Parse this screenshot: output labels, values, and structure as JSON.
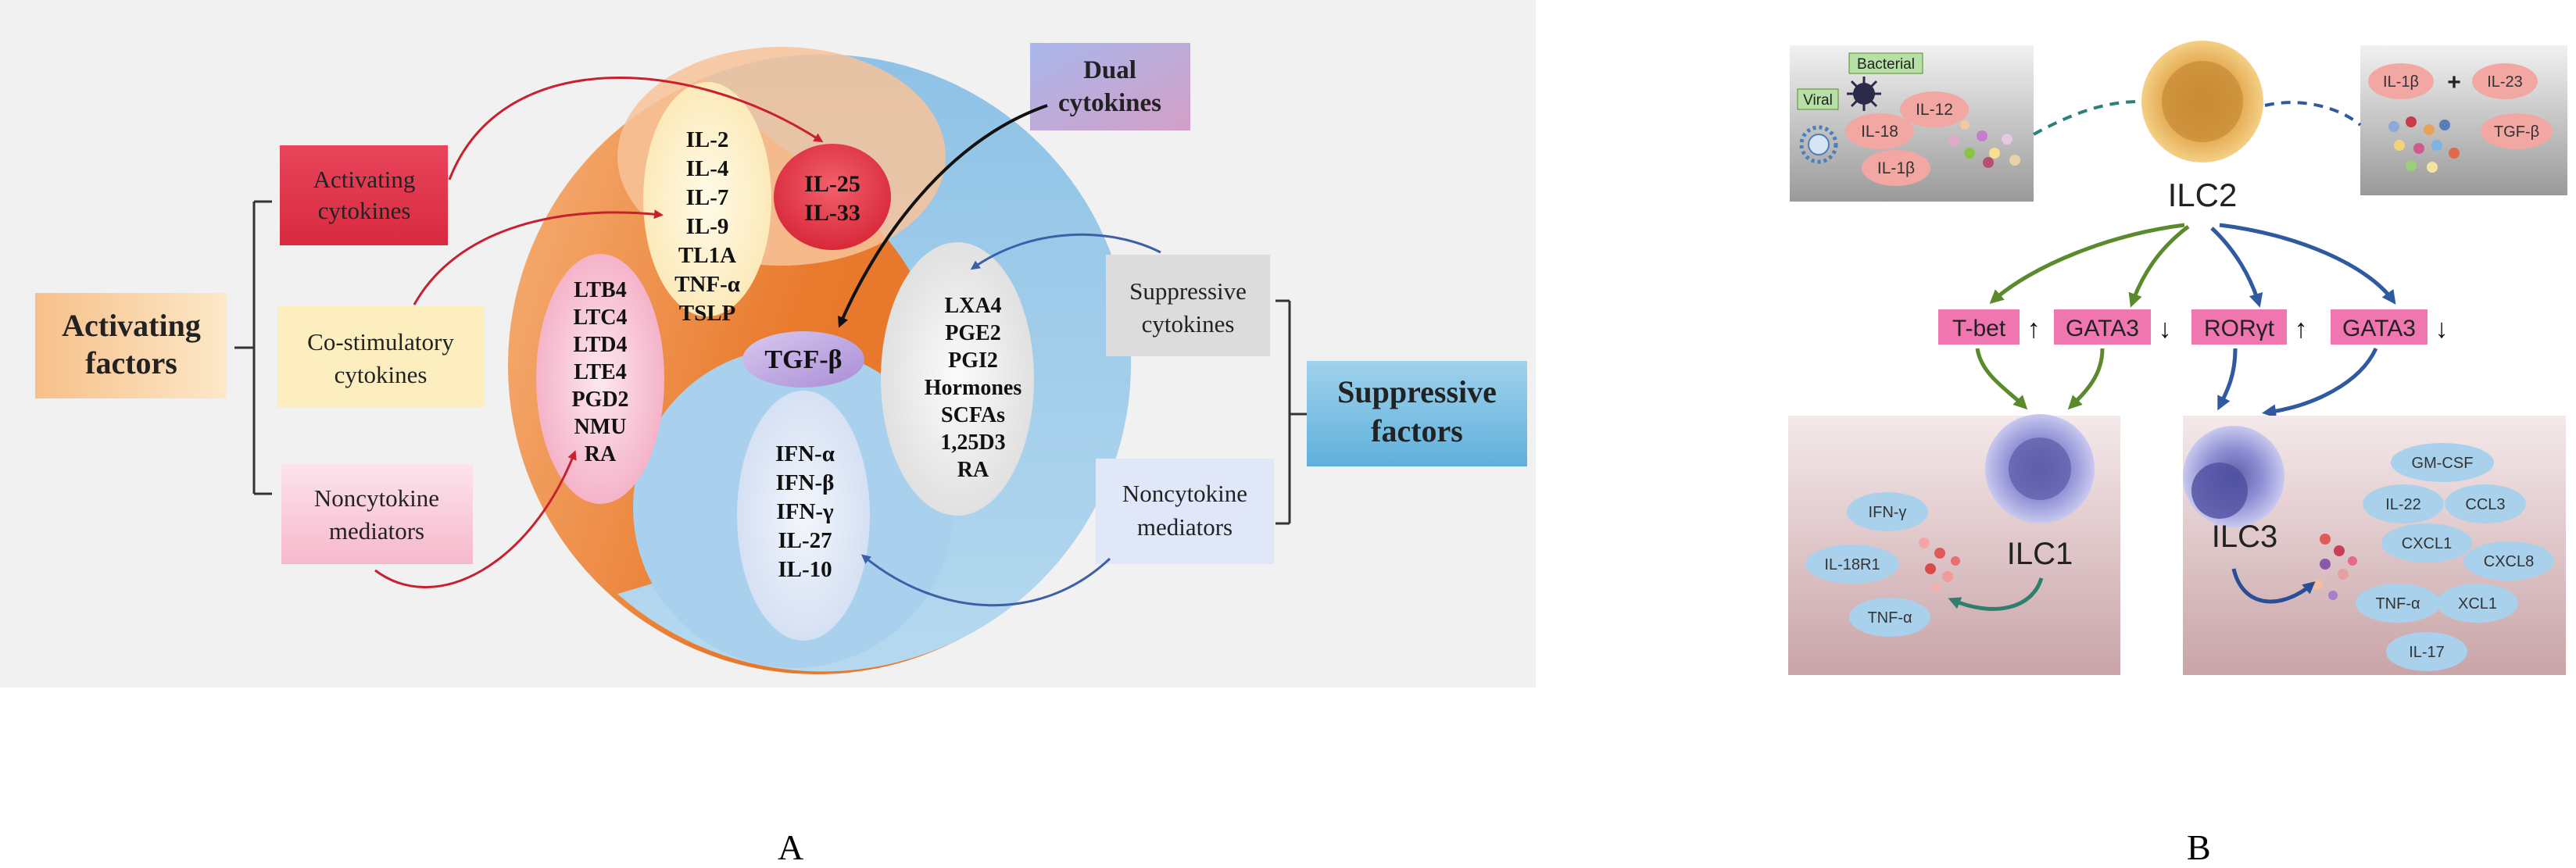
{
  "panel_a": {
    "letter": "A",
    "activating_factors": [
      "Activating",
      "factors"
    ],
    "suppressive_factors": [
      "Suppressive",
      "factors"
    ],
    "activating_cytokines": [
      "Activating",
      "cytokines"
    ],
    "costimulatory_cytokines": [
      "Co-stimulatory",
      "cytokines"
    ],
    "noncytokine_left": [
      "Noncytokine",
      "mediators"
    ],
    "dual_cytokines": [
      "Dual",
      "cytokines"
    ],
    "suppressive_cytokines": [
      "Suppressive",
      "cytokines"
    ],
    "noncytokine_right": [
      "Noncytokine",
      "mediators"
    ],
    "costim_list": [
      "IL-2",
      "IL-4",
      "IL-7",
      "IL-9",
      "TL1A",
      "TNF-α",
      "TSLP"
    ],
    "activating_list": [
      "IL-25",
      "IL-33"
    ],
    "lipid_list": [
      "LTB4",
      "LTC4",
      "LTD4",
      "LTE4",
      "PGD2",
      "NMU",
      "RA"
    ],
    "center": "TGF-β",
    "suppressive_list": [
      "LXA4",
      "PGE2",
      "PGI2",
      "Hormones",
      "SCFAs",
      "1,25D3",
      "RA"
    ],
    "interferon_list": [
      "IFN-α",
      "IFN-β",
      "IFN-γ",
      "IL-27",
      "IL-10"
    ]
  },
  "panel_b": {
    "letter": "B",
    "bacterial": "Bacterial",
    "viral": "Viral",
    "left_box_cytokines": [
      "IL-18",
      "IL-12",
      "IL-1β"
    ],
    "right_box_cytokines": [
      "IL-1β",
      "+",
      "IL-23",
      "TGF-β"
    ],
    "ilc2": "ILC2",
    "ilc1": "ILC1",
    "ilc3": "ILC3",
    "tf_tbet": "T-bet",
    "tf_gata3_a": "GATA3",
    "tf_rorgt": "RORγt",
    "tf_gata3_b": "GATA3",
    "arrow_up": "↑",
    "arrow_down": "↓",
    "ilc1_products": [
      "IFN-γ",
      "IL-18R1",
      "TNF-α"
    ],
    "ilc3_products": [
      "GM-CSF",
      "IL-22",
      "CCL3",
      "CXCL1",
      "CXCL8",
      "TNF-α",
      "XCL1",
      "IL-17"
    ]
  }
}
